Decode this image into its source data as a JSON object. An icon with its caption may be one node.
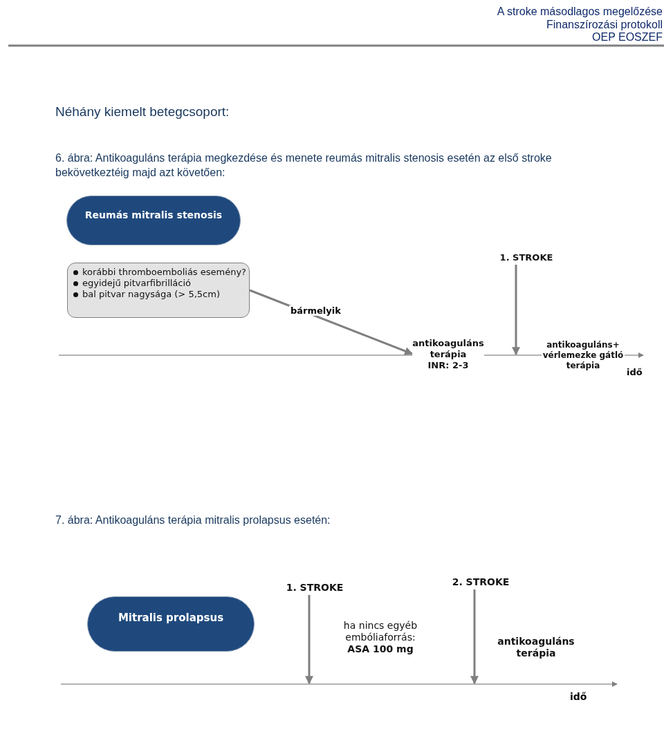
{
  "diagram": {
    "nodes": [
      {
        "text": [
          "Reumás mitralis stenosis"
        ]
      },
      {
        "text": [
          "korábbi thromboemboliás esemény?",
          "egyidejű pitvarfibrilláció",
          "bal pitvar nagysága (> 5,5cm)"
        ]
      },
      {
        "text": [
          "antikoaguláns terápia",
          "INR: 2-3"
        ]
      },
      {
        "text": [
          "1. STROKE"
        ]
      },
      {
        "text": [
          "antikoaguláns+ vérlemezke gátló terápia"
        ]
      },
      {
        "text": [
          "Mitralis prolapsus"
        ]
      },
      {
        "text": [
          "1. STROKE"
        ]
      },
      {
        "text": [
          "ha nincs egyéb embóliaforrás:",
          "ASA 100 mg"
        ]
      },
      {
        "text": [
          "2. STROKE"
        ]
      },
      {
        "text": [
          "antikoaguláns terápia"
        ]
      }
    ],
    "edges": [
      {
        "from": 1,
        "to": 2,
        "arrow": "to",
        "label": "bármelyik"
      },
      {
        "from": 3,
        "to": null,
        "arrow": "to"
      },
      {
        "from": 6,
        "to": null,
        "arrow": "to"
      },
      {
        "from": 8,
        "to": null,
        "arrow": "to"
      }
    ],
    "labels": [
      "A stroke másodlagos megelőzése",
      "Finanszírozási protokoll",
      "OEP EOSZEF",
      "Néhány kiemelt betegcsoport:",
      "6. ábra: Antikoaguláns terápia megkezdése és menete reumás mitralis stenosis esetén az első stroke bekövetkeztéig majd azt követően:",
      "idő",
      "7. ábra: Antikoaguláns terápia mitralis prolapsus esetén:",
      "idő"
    ]
  }
}
